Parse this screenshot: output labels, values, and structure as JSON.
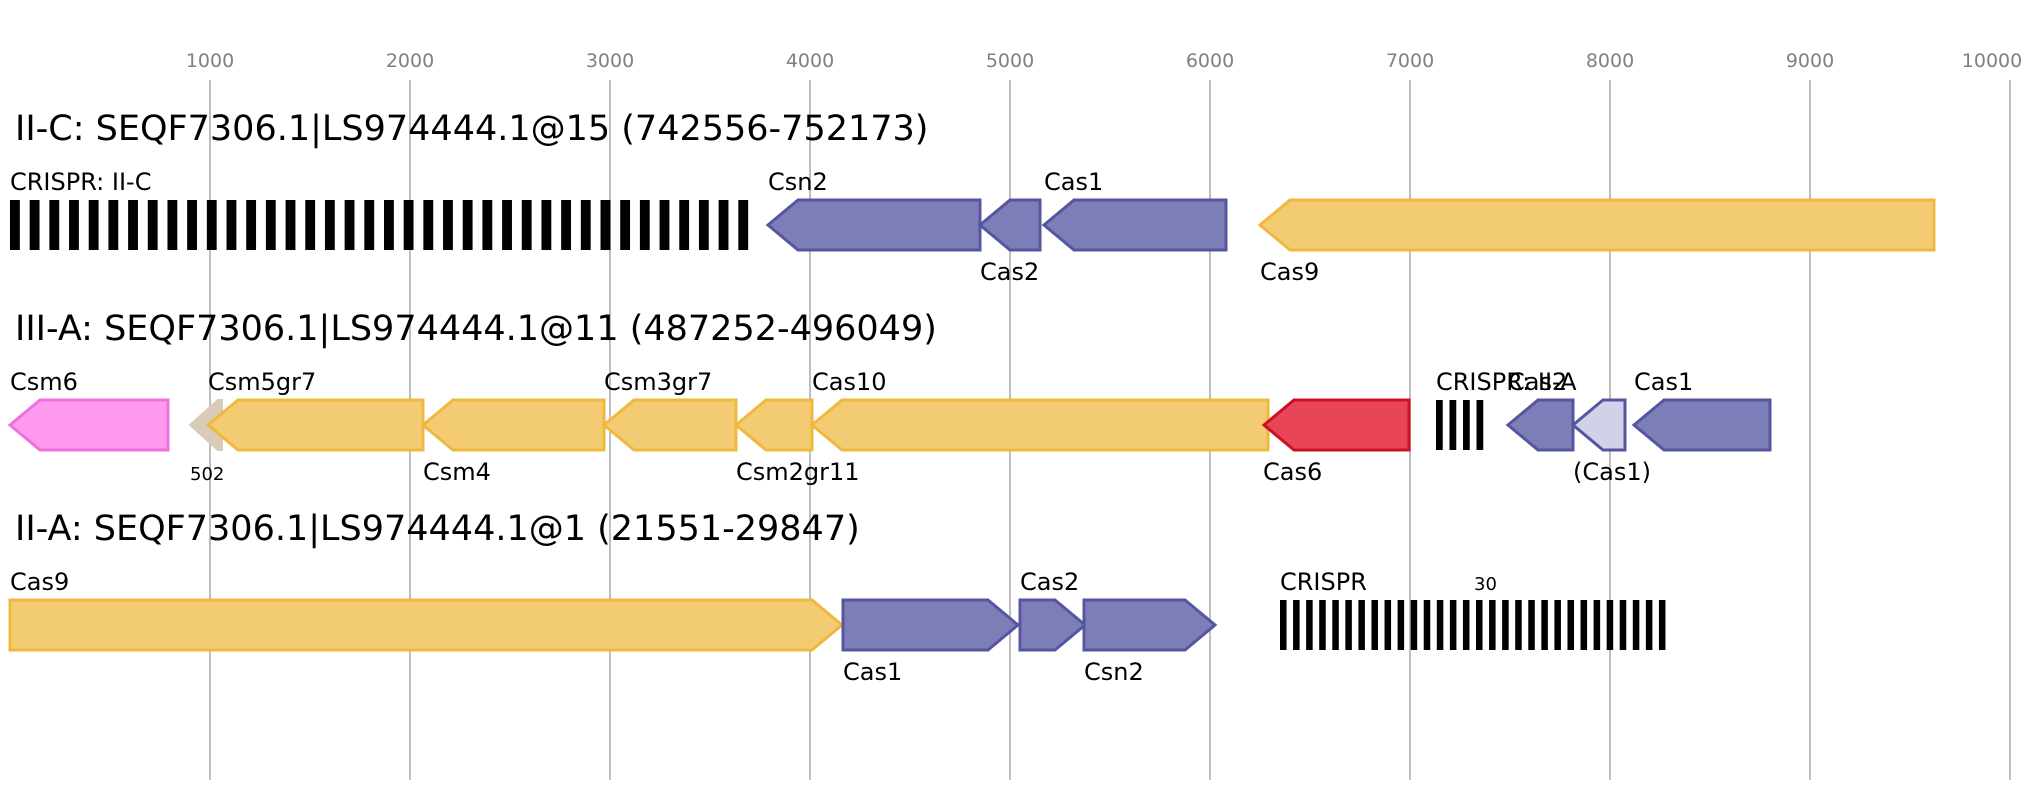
{
  "axis": {
    "ticks": [
      "1000",
      "2000",
      "3000",
      "4000",
      "5000",
      "6000",
      "7000",
      "8000",
      "9000",
      "10000"
    ]
  },
  "colors": {
    "blue": "#7d7db8",
    "blue_stroke": "#5656a0",
    "yellow": "#f2cb72",
    "yellow_stroke": "#eeb93e",
    "pink": "#ff9aee",
    "pink_stroke": "#ee70dd",
    "red": "#e84658",
    "red_stroke": "#cc1122",
    "light": "#d1d1e8",
    "beige": "#d8cbb8"
  },
  "loci": [
    {
      "title": "II-C: SEQF7306.1|LS974444.1@15 (742556-752173)",
      "genes": [
        {
          "label": "Csn2",
          "label_pos": "top",
          "color": "blue"
        },
        {
          "label": "Cas2",
          "label_pos": "bottom",
          "color": "blue"
        },
        {
          "label": "Cas1",
          "label_pos": "top",
          "color": "blue"
        },
        {
          "label": "Cas9",
          "label_pos": "bottom",
          "color": "yellow"
        }
      ],
      "crispr": [
        {
          "label": "CRISPR: II-C",
          "repeats": 38
        }
      ]
    },
    {
      "title": "III-A: SEQF7306.1|LS974444.1@11 (487252-496049)",
      "genes": [
        {
          "label": "Csm6",
          "label_pos": "top",
          "color": "pink"
        },
        {
          "label": "502",
          "label_pos": "bottom",
          "color": "beige"
        },
        {
          "label": "Csm5gr7",
          "label_pos": "top",
          "color": "yellow"
        },
        {
          "label": "Csm4",
          "label_pos": "bottom",
          "color": "yellow"
        },
        {
          "label": "Csm3gr7",
          "label_pos": "top",
          "color": "yellow"
        },
        {
          "label": "Csm2gr11",
          "label_pos": "bottom",
          "color": "yellow"
        },
        {
          "label": "Cas10",
          "label_pos": "top",
          "color": "yellow"
        },
        {
          "label": "Cas6",
          "label_pos": "bottom",
          "color": "red"
        },
        {
          "label": "Cas2",
          "label_pos": "top",
          "color": "blue"
        },
        {
          "label": "(Cas1)",
          "label_pos": "bottom",
          "color": "light"
        },
        {
          "label": "Cas1",
          "label_pos": "top",
          "color": "blue"
        }
      ],
      "crispr": [
        {
          "label": "CRISPR: II-A",
          "repeats": 4
        }
      ]
    },
    {
      "title": "II-A: SEQF7306.1|LS974444.1@1 (21551-29847)",
      "genes": [
        {
          "label": "Cas9",
          "label_pos": "top",
          "color": "yellow"
        },
        {
          "label": "Cas1",
          "label_pos": "bottom",
          "color": "blue"
        },
        {
          "label": "Cas2",
          "label_pos": "top",
          "color": "blue"
        },
        {
          "label": "Csn2",
          "label_pos": "bottom",
          "color": "blue"
        }
      ],
      "crispr": [
        {
          "label": "CRISPR",
          "repeats": 30,
          "count_label": "30"
        }
      ]
    }
  ]
}
